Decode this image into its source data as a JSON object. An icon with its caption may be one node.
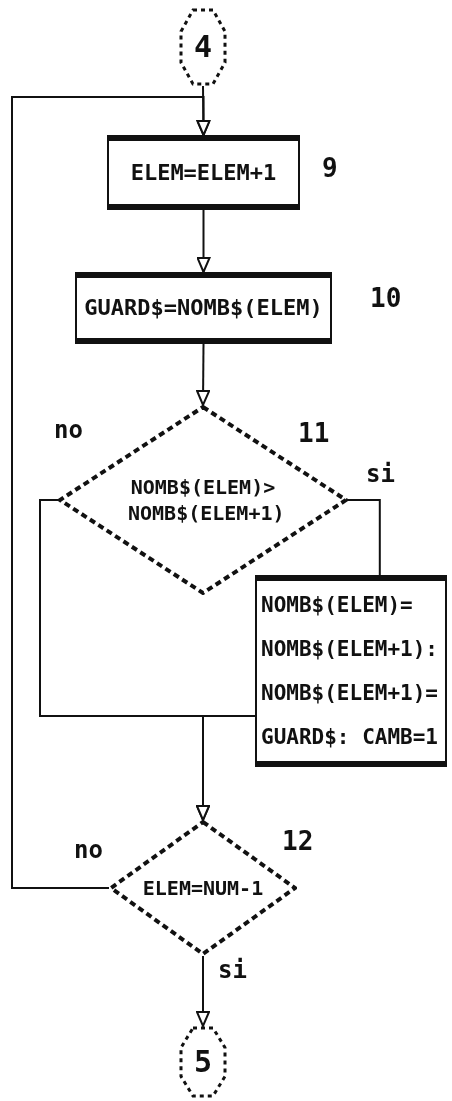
{
  "diagram": {
    "nodes": [
      {
        "text": [
          "4"
        ]
      },
      {
        "text": [
          "ELEM=ELEM+1"
        ],
        "beside": [
          "9"
        ]
      },
      {
        "text": [
          "GUARD$=NOMB$(ELEM)"
        ],
        "beside": [
          "10"
        ]
      },
      {
        "text": [
          "NOMB$(ELEM)> NOMB$(ELEM+1)"
        ],
        "beside": [
          "11"
        ]
      },
      {
        "text": [
          "NOMB$(ELEM)= NOMB$(ELEM+1): NOMB$(ELEM+1)= GUARD$: CAMB=1"
        ]
      },
      {
        "text": [
          "ELEM=NUM-1"
        ],
        "beside": [
          "12"
        ]
      },
      {
        "text": [
          "5"
        ]
      }
    ],
    "edges": [
      {
        "from": 0,
        "to": 1,
        "arrow": "to"
      },
      {
        "from": 1,
        "to": 2,
        "arrow": "to"
      },
      {
        "from": 2,
        "to": 3,
        "arrow": "to"
      },
      {
        "from": 3,
        "to": 4,
        "arrow": "none",
        "label": "si"
      },
      {
        "from": 3,
        "to": 5,
        "arrow": "to",
        "label": "no"
      },
      {
        "from": 4,
        "to": 5,
        "arrow": "to"
      },
      {
        "from": 5,
        "to": 1,
        "arrow": "to",
        "label": "no"
      },
      {
        "from": 5,
        "to": 6,
        "arrow": "to",
        "label": "si"
      }
    ]
  }
}
